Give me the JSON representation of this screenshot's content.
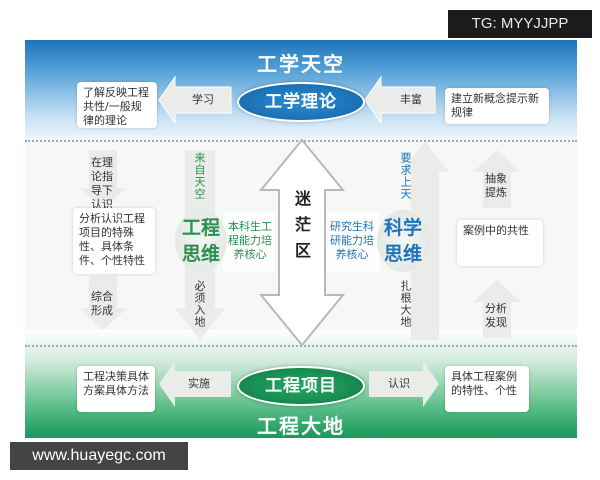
{
  "watermarks": {
    "top_right": "TG: MYYJJPP",
    "bottom_left": "www.huayegc.com"
  },
  "top": {
    "band_title": "工学天空",
    "theory_label": "工学理论",
    "left_box": "了解反映工程共性/一般规律的理论",
    "right_box": "建立新概念提示新规律",
    "arrow_left_label": "学习",
    "arrow_right_label": "丰富"
  },
  "middle": {
    "left_col1": [
      "在理论指导下认识",
      "分析认识工程项目的特殊性、具体条件、个性特性",
      "综合形成"
    ],
    "left_col2_top": "来自天空",
    "left_col2_bottom": "必须入地",
    "left_circle": "工程思维",
    "left_band": "本科生工程能力培养核心",
    "center_label": "迷茫区",
    "right_band": "研究生科研能力培养核心",
    "right_circle": "科学思维",
    "right_col2_top": "要求上天",
    "right_col2_bottom": "扎根大地",
    "right_col1": [
      "抽象提炼",
      "案例中的共性",
      "分析发现"
    ]
  },
  "bottom": {
    "band_title": "工程大地",
    "project_label": "工程项目",
    "left_box": "工程决策具体方案具体方法",
    "right_box": "具体工程案例的特性、个性",
    "arrow_left_label": "实施",
    "arrow_right_label": "认识"
  },
  "colors": {
    "blue": "#1e74ba",
    "green": "#17995a",
    "arrow_fill": "#e9ece9"
  }
}
